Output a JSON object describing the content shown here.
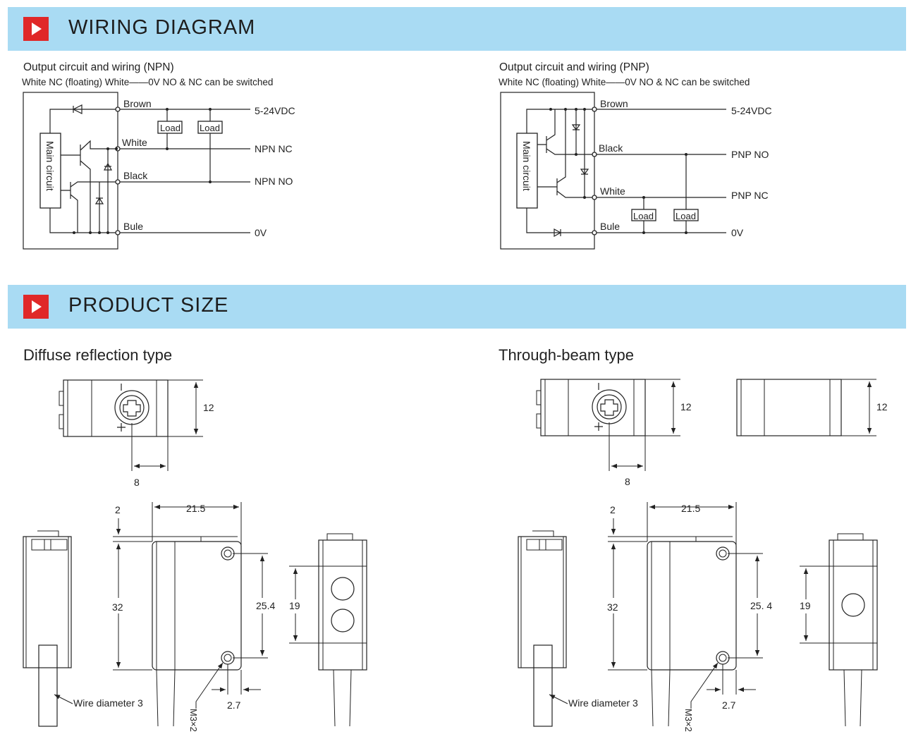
{
  "sections": {
    "wiring": {
      "title": "WIRING DIAGRAM"
    },
    "size": {
      "title": "PRODUCT SIZE"
    }
  },
  "npn": {
    "title": "Output circuit and wiring (NPN)",
    "subtitle": "White NC (floating)  White——0V    NO & NC can be switched",
    "main": "Main circuit",
    "wires": {
      "brown": "Brown",
      "white": "White",
      "black": "Black",
      "blue": "Bule"
    },
    "terminals": {
      "supply": "5-24VDC",
      "nc": "NPN NC",
      "no": "NPN NO",
      "zero": "0V"
    },
    "load": "Load"
  },
  "pnp": {
    "title": "Output circuit and wiring (PNP)",
    "subtitle": "White NC (floating)  White——0V    NO & NC can be switched",
    "main": "Main circuit",
    "wires": {
      "brown": "Brown",
      "black": "Black",
      "white": "White",
      "blue": "Bule"
    },
    "terminals": {
      "supply": "5-24VDC",
      "no": "PNP  NO",
      "nc": "PNP  NC",
      "zero": "0V"
    },
    "load": "Load"
  },
  "diffuse": {
    "title": "Diffuse reflection type",
    "dims": {
      "h12": "12",
      "w8": "8",
      "d2": "2",
      "w215": "21.5",
      "h32": "32",
      "h254": "25.4",
      "h19": "19",
      "d27": "2.7"
    },
    "wire": "Wire diameter 3",
    "screw": "M3×2"
  },
  "through": {
    "title": "Through-beam type",
    "dims": {
      "h12a": "12",
      "h12b": "12",
      "w8": "8",
      "d2": "2",
      "w215": "21.5",
      "h32": "32",
      "h254": "25. 4",
      "h19": "19",
      "d27": "2.7"
    },
    "wire": "Wire diameter 3",
    "screw": "M3×2"
  }
}
